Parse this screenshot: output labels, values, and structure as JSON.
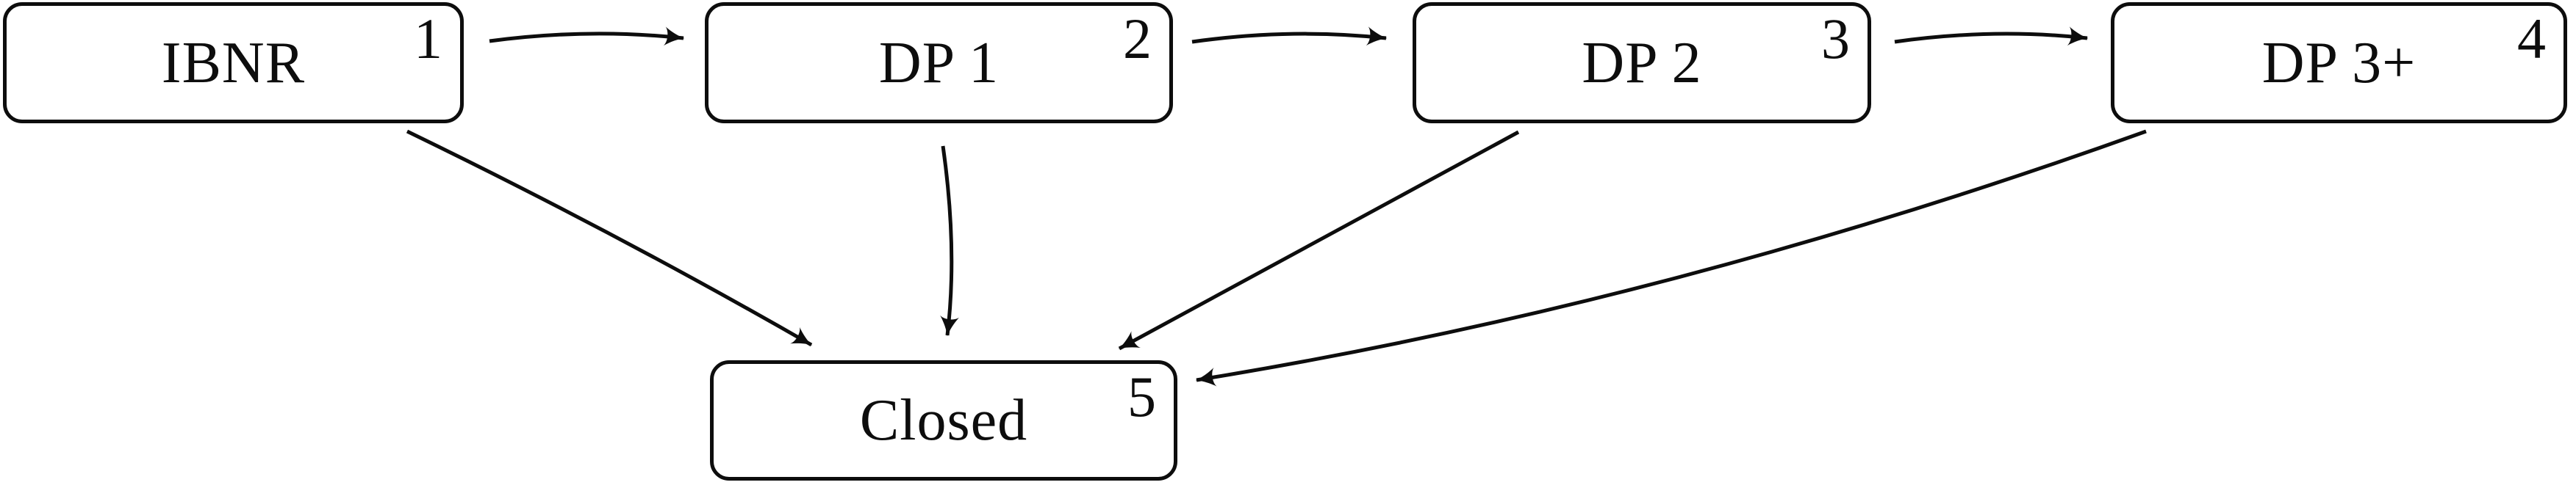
{
  "diagram": {
    "colors": {
      "stroke": "#0d0d0d",
      "node_fill": "#ffffff",
      "background": "#ffffff"
    },
    "nodes": [
      {
        "label": "IBNR",
        "number": "1"
      },
      {
        "label": "DP 1",
        "number": "2"
      },
      {
        "label": "DP 2",
        "number": "3"
      },
      {
        "label": "DP 3+",
        "number": "4"
      },
      {
        "label": "Closed",
        "number": "5"
      }
    ],
    "edges": [
      {
        "from": "IBNR",
        "to": "DP 1"
      },
      {
        "from": "DP 1",
        "to": "DP 2"
      },
      {
        "from": "DP 2",
        "to": "DP 3+"
      },
      {
        "from": "IBNR",
        "to": "Closed"
      },
      {
        "from": "DP 1",
        "to": "Closed"
      },
      {
        "from": "DP 2",
        "to": "Closed"
      },
      {
        "from": "DP 3+",
        "to": "Closed"
      }
    ]
  }
}
